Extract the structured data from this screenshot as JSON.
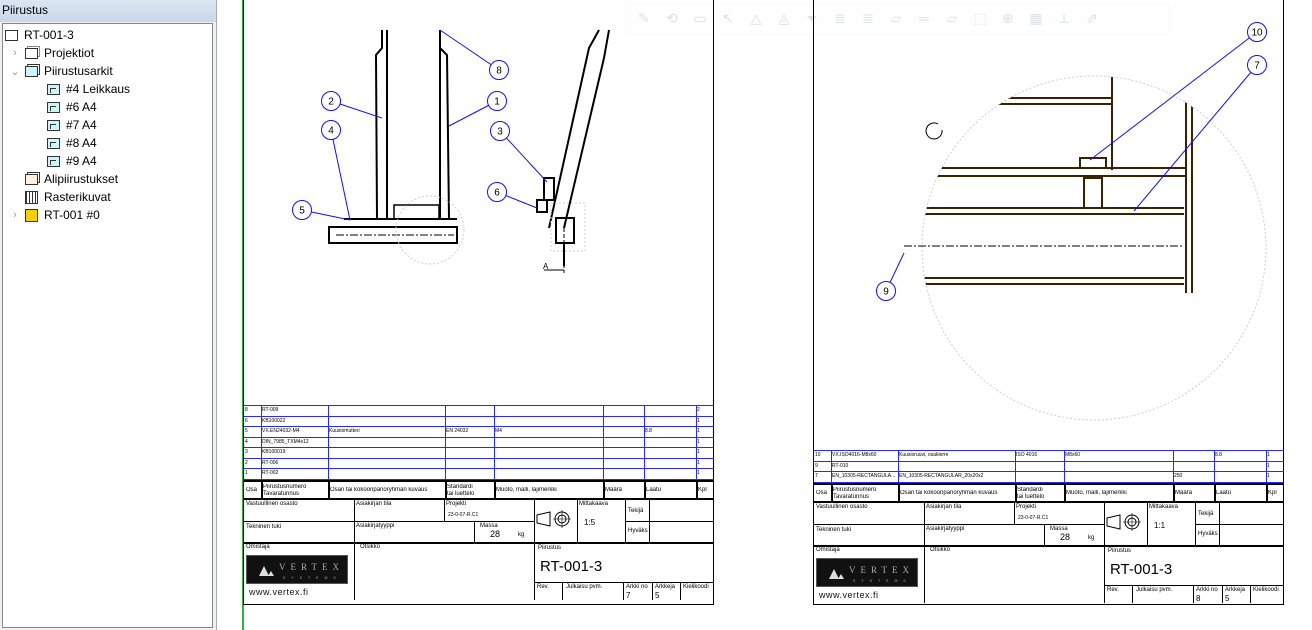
{
  "sidebar": {
    "title": "Piirustus",
    "tree": [
      {
        "label": "RT-001-3",
        "icon": "drawing-icon",
        "level": 0,
        "chevron": ""
      },
      {
        "label": "Projektiot",
        "icon": "projections-icon",
        "level": 1,
        "chevron": "›"
      },
      {
        "label": "Piirustusarkit",
        "icon": "sheets-icon",
        "level": 1,
        "chevron": "⌄"
      },
      {
        "label": "#4 Leikkaus",
        "icon": "sheet-icon",
        "level": 2,
        "chevron": ""
      },
      {
        "label": "#6 A4",
        "icon": "sheet-icon",
        "level": 2,
        "chevron": ""
      },
      {
        "label": "#7 A4",
        "icon": "sheet-icon",
        "level": 2,
        "chevron": ""
      },
      {
        "label": "#8 A4",
        "icon": "sheet-icon",
        "level": 2,
        "chevron": ""
      },
      {
        "label": "#9 A4",
        "icon": "sheet-icon",
        "level": 2,
        "chevron": ""
      },
      {
        "label": "Alipiirustukset",
        "icon": "subdrawings-icon",
        "level": 1,
        "chevron": ""
      },
      {
        "label": "Rasterikuvat",
        "icon": "raster-icon",
        "level": 1,
        "chevron": ""
      },
      {
        "label": "RT-001 #0",
        "icon": "assembly-icon",
        "level": 1,
        "chevron": "›"
      }
    ]
  },
  "toolbar": {
    "icons": [
      "pen-icon",
      "rotate-icon",
      "ruler-icon",
      "select-arrow-icon",
      "triangle-icon",
      "dashed-triangle-icon",
      "filter-icon",
      "layers-icon",
      "layers2-icon",
      "plane-icon",
      "plane2-icon",
      "plane3-icon",
      "frame-icon",
      "zoom-icon",
      "table-edit-icon",
      "axes-icon",
      "export-icon"
    ]
  },
  "sheets": [
    {
      "bubbles": [
        "8",
        "2",
        "1",
        "4",
        "3",
        "6",
        "5"
      ],
      "section_label": "A",
      "bom": [
        [
          "8",
          "RT-009",
          "",
          "",
          "",
          "",
          "",
          "2"
        ],
        [
          "6",
          "KB100022",
          "",
          "",
          "",
          "",
          "",
          "1"
        ],
        [
          "5",
          "VX.EN24032-M4",
          "Kuusiomutteri",
          "EN 24032",
          "M4",
          "",
          "8.8",
          "1"
        ],
        [
          "4",
          "DIN_7985_TXM4x12",
          "",
          "",
          "",
          "",
          "",
          "1"
        ],
        [
          "3",
          "KB100019",
          "",
          "",
          "",
          "",
          "",
          "1"
        ],
        [
          "2",
          "RT-006",
          "",
          "",
          "",
          "",
          "",
          "1"
        ],
        [
          "1",
          "RT-002",
          "",
          "",
          "",
          "",
          "",
          "1"
        ]
      ],
      "scale": "1:5",
      "sheet_no": "7"
    },
    {
      "bubbles": [
        "10",
        "7",
        "9"
      ],
      "section_label": "",
      "bom": [
        [
          "10",
          "VX.ISO4016-M8x60",
          "Kuusioruuvi, osakierre",
          "ISO 4016",
          "M8x60",
          "",
          "8.8",
          "1"
        ],
        [
          "9",
          "RT-010",
          "",
          "",
          "",
          "",
          "",
          "1"
        ],
        [
          "7",
          "EN_10305-RECTANGULA...",
          "EN_10305-RECTANGULAR_20x20x2",
          "",
          "",
          "250",
          "",
          "1"
        ]
      ],
      "scale": "1:1",
      "sheet_no": "8"
    }
  ],
  "titleblock": {
    "headers": [
      "Osa",
      "Piirustusnumero\nTavaratunnus",
      "Osan tai kokoonpanoryhmän kuvaus",
      "Standardi\ntai luettelo",
      "Muoto, malli, lajimerkki",
      "Määrä",
      "Laatu",
      "Kpl"
    ],
    "vastuullinen": "Vastuullinen osasto",
    "asiakirjan_tila": "Asiakirjan tila",
    "projekti": "Projekti",
    "projekti_value": "23-0-07-R.C1",
    "mittakaava": "Mittakaava",
    "tekija": "Tekijä",
    "tekninen_tuki": "Tekninen tuki",
    "asiakirjatyyppi": "Asiakirjatyyppi",
    "massa": "Massa",
    "massa_value": "28",
    "massa_unit": "kg",
    "hyvaks": "Hyväks",
    "omistaja": "Omistaja",
    "otsikko": "Otsikko",
    "piirustus": "Piirustus",
    "drawing_no": "RT-001-3",
    "rev": "Rev.",
    "julkaisu": "Julkaisu pvm.",
    "arkki_no": "Arkki no",
    "arkkeja": "Arkkeja",
    "arkkeja_value": "5",
    "kielikoodi": "Kielikoodi",
    "logo_text": "VERTEX",
    "logo_sub": "SYSTEMS",
    "url": "www.vertex.fi"
  }
}
